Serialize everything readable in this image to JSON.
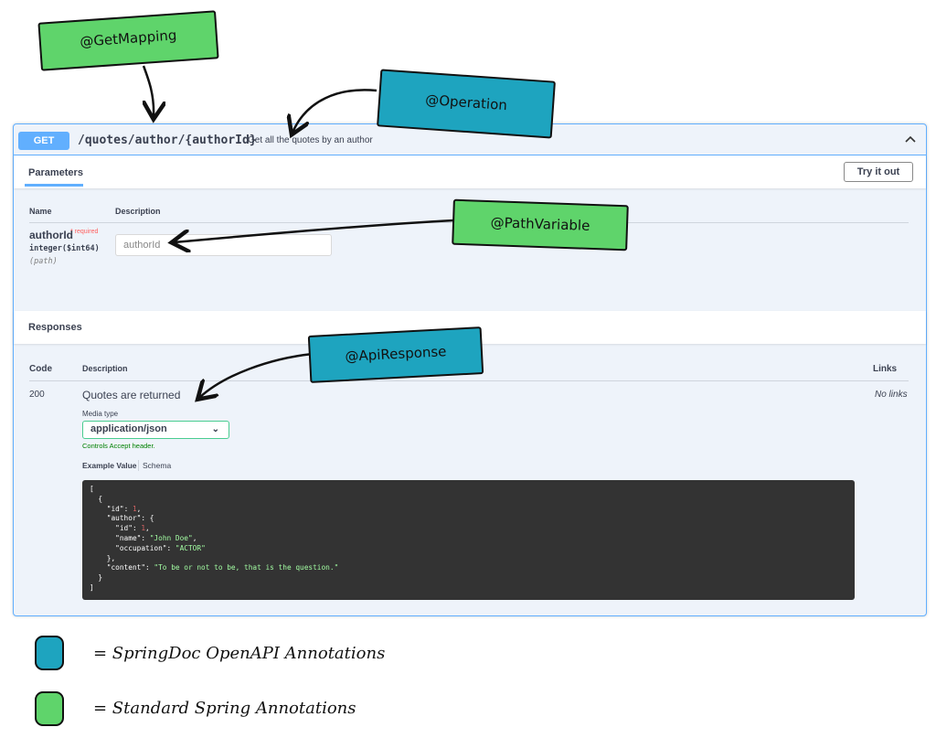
{
  "operation": {
    "method": "GET",
    "path": "/quotes/author/{authorId}",
    "summary": "Get all the quotes by an author"
  },
  "parameters": {
    "tab_label": "Parameters",
    "try_button": "Try it out",
    "col_name": "Name",
    "col_description": "Description",
    "param": {
      "name": "authorId",
      "required_label": "* required",
      "type": "integer($int64)",
      "location": "(path)",
      "placeholder": "authorId"
    }
  },
  "responses": {
    "header": "Responses",
    "col_code": "Code",
    "col_description": "Description",
    "col_links": "Links",
    "row": {
      "code": "200",
      "description": "Quotes are returned",
      "links": "No links",
      "media_type_label": "Media type",
      "media_type_value": "application/json",
      "controls_note": "Controls Accept header.",
      "example_value_label": "Example Value",
      "schema_label": "Schema"
    }
  },
  "annotations": {
    "get_mapping": "@GetMapping",
    "operation": "@Operation",
    "path_variable": "@PathVariable",
    "api_response": "@ApiResponse"
  },
  "legend": {
    "springdoc": "= SpringDoc OpenAPI Annotations",
    "standard": "= Standard Spring Annotations"
  },
  "colors": {
    "springdoc": "#1ea4bf",
    "standard": "#5fd46b",
    "get_accent": "#61affe"
  }
}
